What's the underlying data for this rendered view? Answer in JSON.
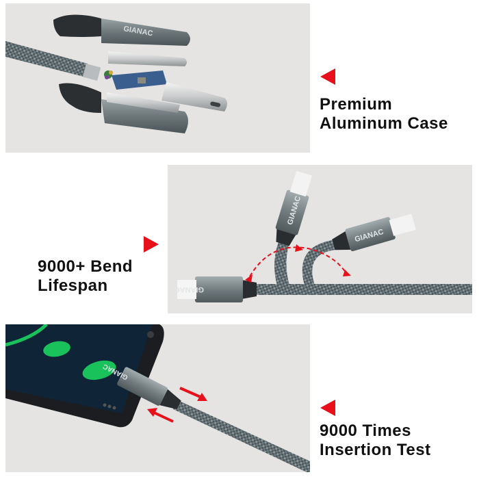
{
  "brand": "GIANAC",
  "colors": {
    "panel_bg": "#e6e3e3",
    "accent_red": "#e8111b",
    "cable_gray": "#5b6468",
    "connector_metal": "#7c8689",
    "text": "#111111",
    "screen_green": "#19c25a"
  },
  "features": [
    {
      "id": "aluminum-case",
      "line1": "Premium",
      "line2": "Aluminum Case",
      "pointer_icon": "red-triangle-left",
      "image_desc": "exploded view of USB-C connector with aluminum shell"
    },
    {
      "id": "bend-lifespan",
      "line1": "9000+ Bend",
      "line2": "Lifespan",
      "pointer_icon": "red-triangle-right",
      "image_desc": "braided cable bending with dashed red arc arrows"
    },
    {
      "id": "insertion-test",
      "line1": "9000 Times",
      "line2": "Insertion Test",
      "pointer_icon": "red-triangle-left",
      "image_desc": "USB-C plug inserted into phone with red push/pull arrows"
    }
  ]
}
